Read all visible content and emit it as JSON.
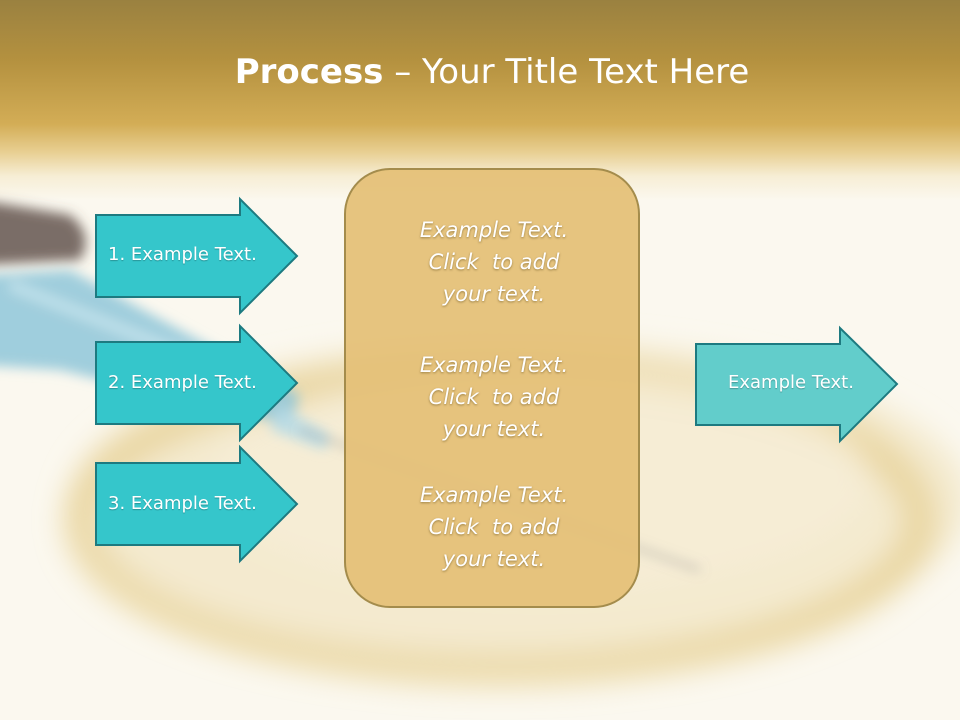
{
  "title": {
    "strong": "Process",
    "rest": " – Your Title Text Here"
  },
  "inputs": [
    {
      "label": "1. Example Text."
    },
    {
      "label": "2. Example Text."
    },
    {
      "label": "3. Example Text."
    }
  ],
  "center_box": {
    "blocks": [
      {
        "line1": "Example Text.",
        "line2": "Click  to add",
        "line3": "your text."
      },
      {
        "line1": "Example Text.",
        "line2": "Click  to add",
        "line3": "your text."
      },
      {
        "line1": "Example Text.",
        "line2": "Click  to add",
        "line3": "your text."
      }
    ]
  },
  "output": {
    "label": "Example Text."
  },
  "colors": {
    "input_arrow_fill": "#35c6cb",
    "input_arrow_stroke": "#1d7a80",
    "output_arrow_fill": "#62cdcb",
    "output_arrow_stroke": "#1d7a80",
    "center_box_fill": "#e4c076",
    "center_box_stroke": "#a48c4c",
    "header_gold": "#d3ad56"
  }
}
